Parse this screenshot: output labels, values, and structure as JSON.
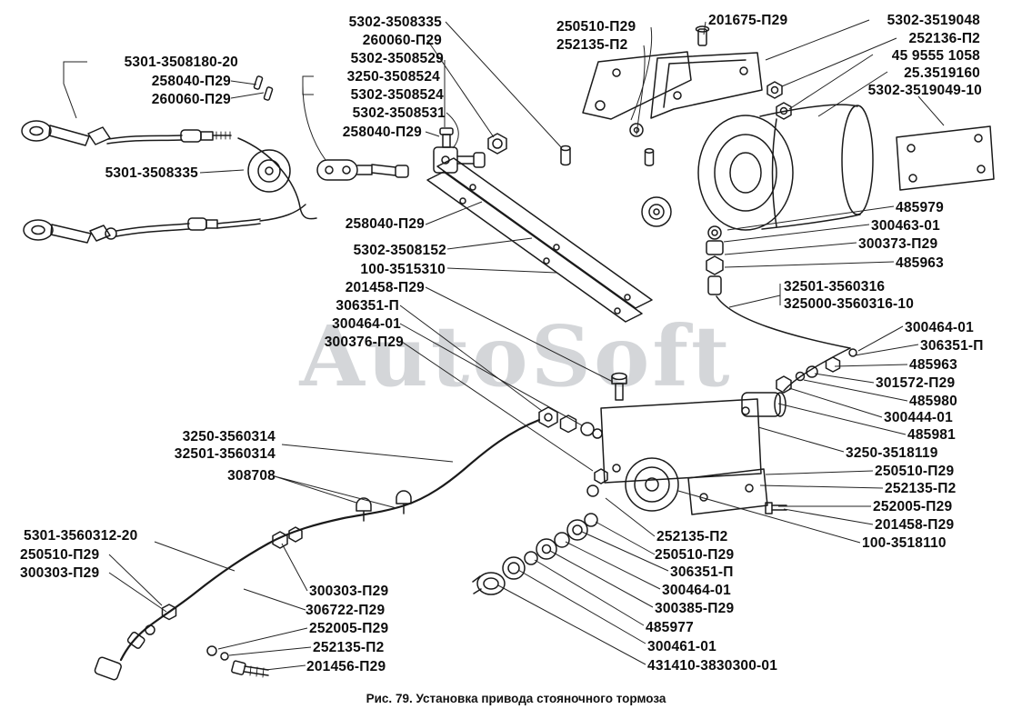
{
  "watermark": "AutoSoft",
  "caption": "Рис. 79. Установка привода стояночного тормоза",
  "labels": [
    "5301-3508180-20",
    "258040-П29",
    "260060-П29",
    "5301-3508335",
    "5302-3508335",
    "260060-П29",
    "5302-3508529",
    "3250-3508524",
    "5302-3508524",
    "5302-3508531",
    "258040-П29",
    "258040-П29",
    "5302-3508152",
    "100-3515310",
    "201458-П29",
    "306351-П",
    "300464-01",
    "300376-П29",
    "250510-П29",
    "252135-П2",
    "201675-П29",
    "5302-3519048",
    "252136-П2",
    "45 9555 1058",
    "25.3519160",
    "5302-3519049-10",
    "485979",
    "300463-01",
    "300373-П29",
    "485963",
    "32501-3560316",
    "325000-3560316-10",
    "300464-01",
    "306351-П",
    "485963",
    "301572-П29",
    "485980",
    "300444-01",
    "485981",
    "3250-3518119",
    "250510-П29",
    "252135-П2",
    "252005-П29",
    "201458-П29",
    "100-3518110",
    "3250-3560314",
    "32501-3560314",
    "308708",
    "5301-3560312-20",
    "250510-П29",
    "300303-П29",
    "300303-П29",
    "306722-П29",
    "252005-П29",
    "252135-П2",
    "201456-П29",
    "252135-П2",
    "250510-П29",
    "306351-П",
    "300464-01",
    "300385-П29",
    "485977",
    "300461-01",
    "431410-3830300-01"
  ]
}
